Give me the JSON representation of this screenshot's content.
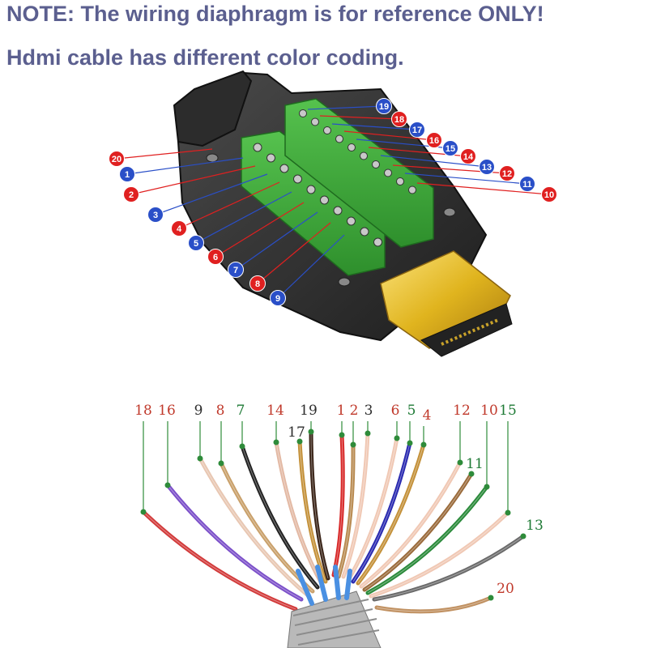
{
  "note": {
    "line1": "NOTE: The wiring diaphragm is for reference ONLY!",
    "line2": "Hdmi cable has different color coding."
  },
  "colors": {
    "note_text": "#5b5f8f",
    "pin_red": "#e02020",
    "pin_blue": "#2a4fc8",
    "board_green": "#3fae3a",
    "plug_gold": "#e0b41e"
  },
  "connector_pins": [
    {
      "label": "20",
      "side": "left",
      "color": "red"
    },
    {
      "label": "1",
      "side": "left",
      "color": "blue"
    },
    {
      "label": "2",
      "side": "left",
      "color": "red"
    },
    {
      "label": "3",
      "side": "left",
      "color": "blue"
    },
    {
      "label": "4",
      "side": "left",
      "color": "red"
    },
    {
      "label": "5",
      "side": "left",
      "color": "blue"
    },
    {
      "label": "6",
      "side": "left",
      "color": "red"
    },
    {
      "label": "7",
      "side": "left",
      "color": "blue"
    },
    {
      "label": "8",
      "side": "left",
      "color": "red"
    },
    {
      "label": "9",
      "side": "left",
      "color": "blue"
    },
    {
      "label": "19",
      "side": "right",
      "color": "blue"
    },
    {
      "label": "18",
      "side": "right",
      "color": "red"
    },
    {
      "label": "17",
      "side": "right",
      "color": "blue"
    },
    {
      "label": "16",
      "side": "right",
      "color": "red"
    },
    {
      "label": "15",
      "side": "right",
      "color": "blue"
    },
    {
      "label": "14",
      "side": "right",
      "color": "red"
    },
    {
      "label": "13",
      "side": "right",
      "color": "blue"
    },
    {
      "label": "12",
      "side": "right",
      "color": "red"
    },
    {
      "label": "11",
      "side": "right",
      "color": "blue"
    },
    {
      "label": "10",
      "side": "right",
      "color": "red"
    }
  ],
  "wires": [
    {
      "label": "18",
      "color": "#d23a3a",
      "label_color": "#c0392b"
    },
    {
      "label": "16",
      "color": "#7b4fc9",
      "label_color": "#c0392b"
    },
    {
      "label": "9",
      "color": "#e8c7b2",
      "label_color": "#2d2d2d"
    },
    {
      "label": "8",
      "color": "#c9a06a",
      "label_color": "#c0392b"
    },
    {
      "label": "7",
      "color": "#222222",
      "label_color": "#1e7a35"
    },
    {
      "label": "14",
      "color": "#e3b9a4",
      "label_color": "#c0392b"
    },
    {
      "label": "17",
      "color": "#c4913a",
      "label_color": "#2d2d2d"
    },
    {
      "label": "19",
      "color": "#3a2418",
      "label_color": "#2d2d2d"
    },
    {
      "label": "1",
      "color": "#d82a2a",
      "label_color": "#c0392b"
    },
    {
      "label": "2",
      "color": "#b88a50",
      "label_color": "#c0392b"
    },
    {
      "label": "3",
      "color": "#f0c8b4",
      "label_color": "#2d2d2d"
    },
    {
      "label": "6",
      "color": "#f0c8b4",
      "label_color": "#c0392b"
    },
    {
      "label": "5",
      "color": "#2a2ab0",
      "label_color": "#1e7a35"
    },
    {
      "label": "4",
      "color": "#c4913a",
      "label_color": "#c0392b"
    },
    {
      "label": "12",
      "color": "#f0c8b4",
      "label_color": "#c0392b"
    },
    {
      "label": "11",
      "color": "#9a6a3a",
      "label_color": "#1e7a35"
    },
    {
      "label": "10",
      "color": "#2a8a3a",
      "label_color": "#c0392b"
    },
    {
      "label": "15",
      "color": "#f0c8b4",
      "label_color": "#1e7a35"
    },
    {
      "label": "13",
      "color": "#6a6a6a",
      "label_color": "#1e7a35"
    },
    {
      "label": "20",
      "color": "#c09060",
      "label_color": "#c0392b"
    }
  ]
}
